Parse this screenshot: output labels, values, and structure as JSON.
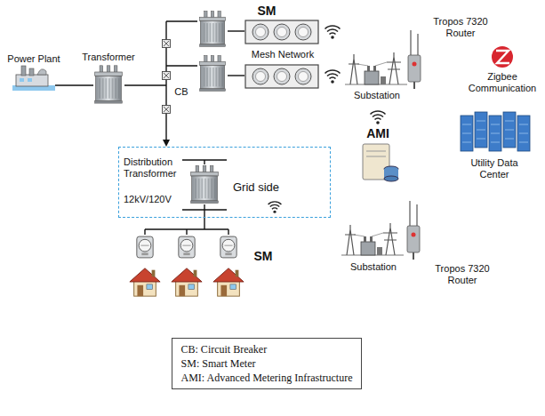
{
  "diagram": {
    "nodes": [
      {
        "text": [
          "Distribution Transformer",
          "12kV/120V",
          "Grid side"
        ]
      },
      {
        "text": [
          "CB: Circuit Breaker",
          "SM: Smart Meter",
          "AMI: Advanced Metering Infrastructure"
        ]
      }
    ],
    "labels": [
      "Power Plant",
      "Transformer",
      "CB",
      "SM",
      "Mesh Network",
      "Tropos 7320 Router",
      "Zigbee Communication",
      "Substation",
      "AMI",
      "Utility Data Center",
      "Substation",
      "Tropos 7320 Router",
      "SM"
    ]
  }
}
